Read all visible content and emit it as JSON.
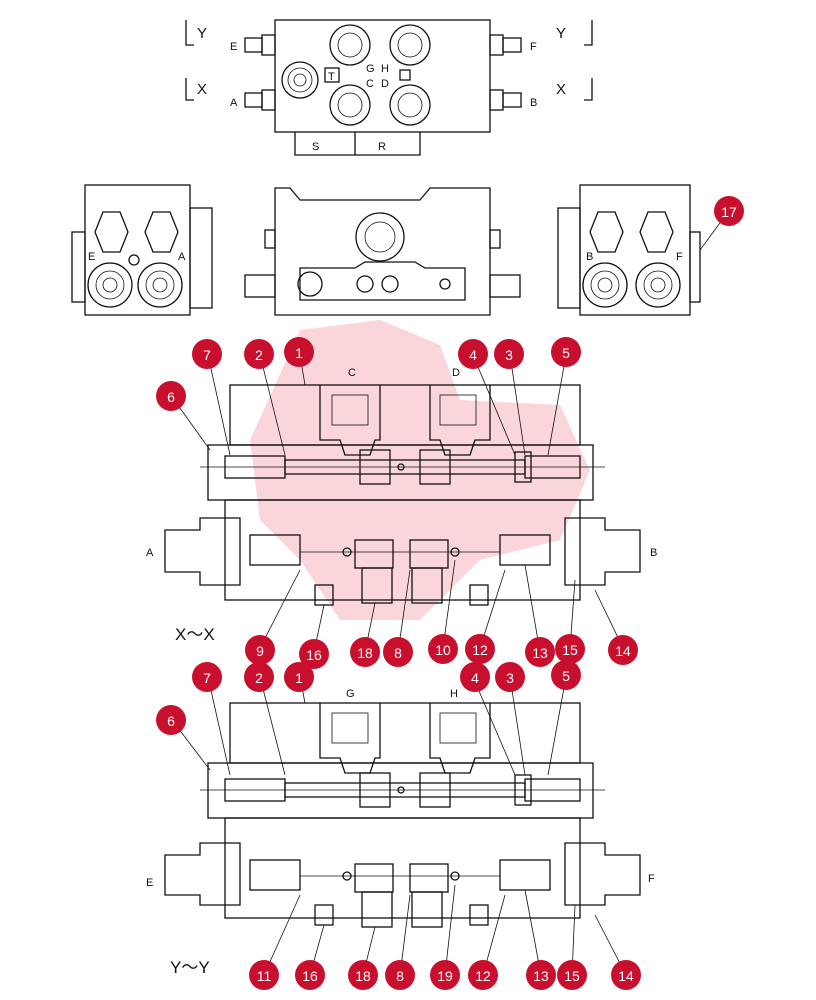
{
  "views": {
    "top": {
      "cut_y": "Y",
      "cut_x": "X",
      "port_e": "E",
      "port_f": "F",
      "port_a": "A",
      "port_b": "B",
      "mark_t": "T",
      "mark_g": "G",
      "mark_h": "H",
      "mark_c": "C",
      "mark_d": "D",
      "port_s": "S",
      "port_r": "R"
    },
    "left_end": {
      "port_e": "E",
      "port_a": "A"
    },
    "right_end": {
      "port_b": "B",
      "port_f": "F"
    },
    "section_xx": {
      "title": "X～X",
      "port_left": "A",
      "port_right": "B",
      "top_left": "C",
      "top_right": "D"
    },
    "section_yy": {
      "title": "Y～Y",
      "port_left": "E",
      "port_right": "F",
      "top_left": "G",
      "top_right": "H"
    }
  },
  "callouts": {
    "top_end": [
      "17"
    ],
    "section_xx_top": [
      "7",
      "2",
      "1",
      "4",
      "3",
      "5",
      "6"
    ],
    "section_xx_bottom": [
      "9",
      "16",
      "18",
      "8",
      "10",
      "12",
      "13",
      "15",
      "14"
    ],
    "section_yy_top": [
      "7",
      "2",
      "1",
      "4",
      "3",
      "5",
      "6"
    ],
    "section_yy_bottom": [
      "11",
      "16",
      "18",
      "8",
      "19",
      "12",
      "13",
      "15",
      "14"
    ]
  },
  "colors": {
    "callout_fill": "#c8102e",
    "callout_text": "#ffffff",
    "line": "#111111",
    "watermark": "#f5b5bd"
  },
  "icons": [
    "hex-port-icon",
    "round-port-icon",
    "section-arrow-icon"
  ]
}
